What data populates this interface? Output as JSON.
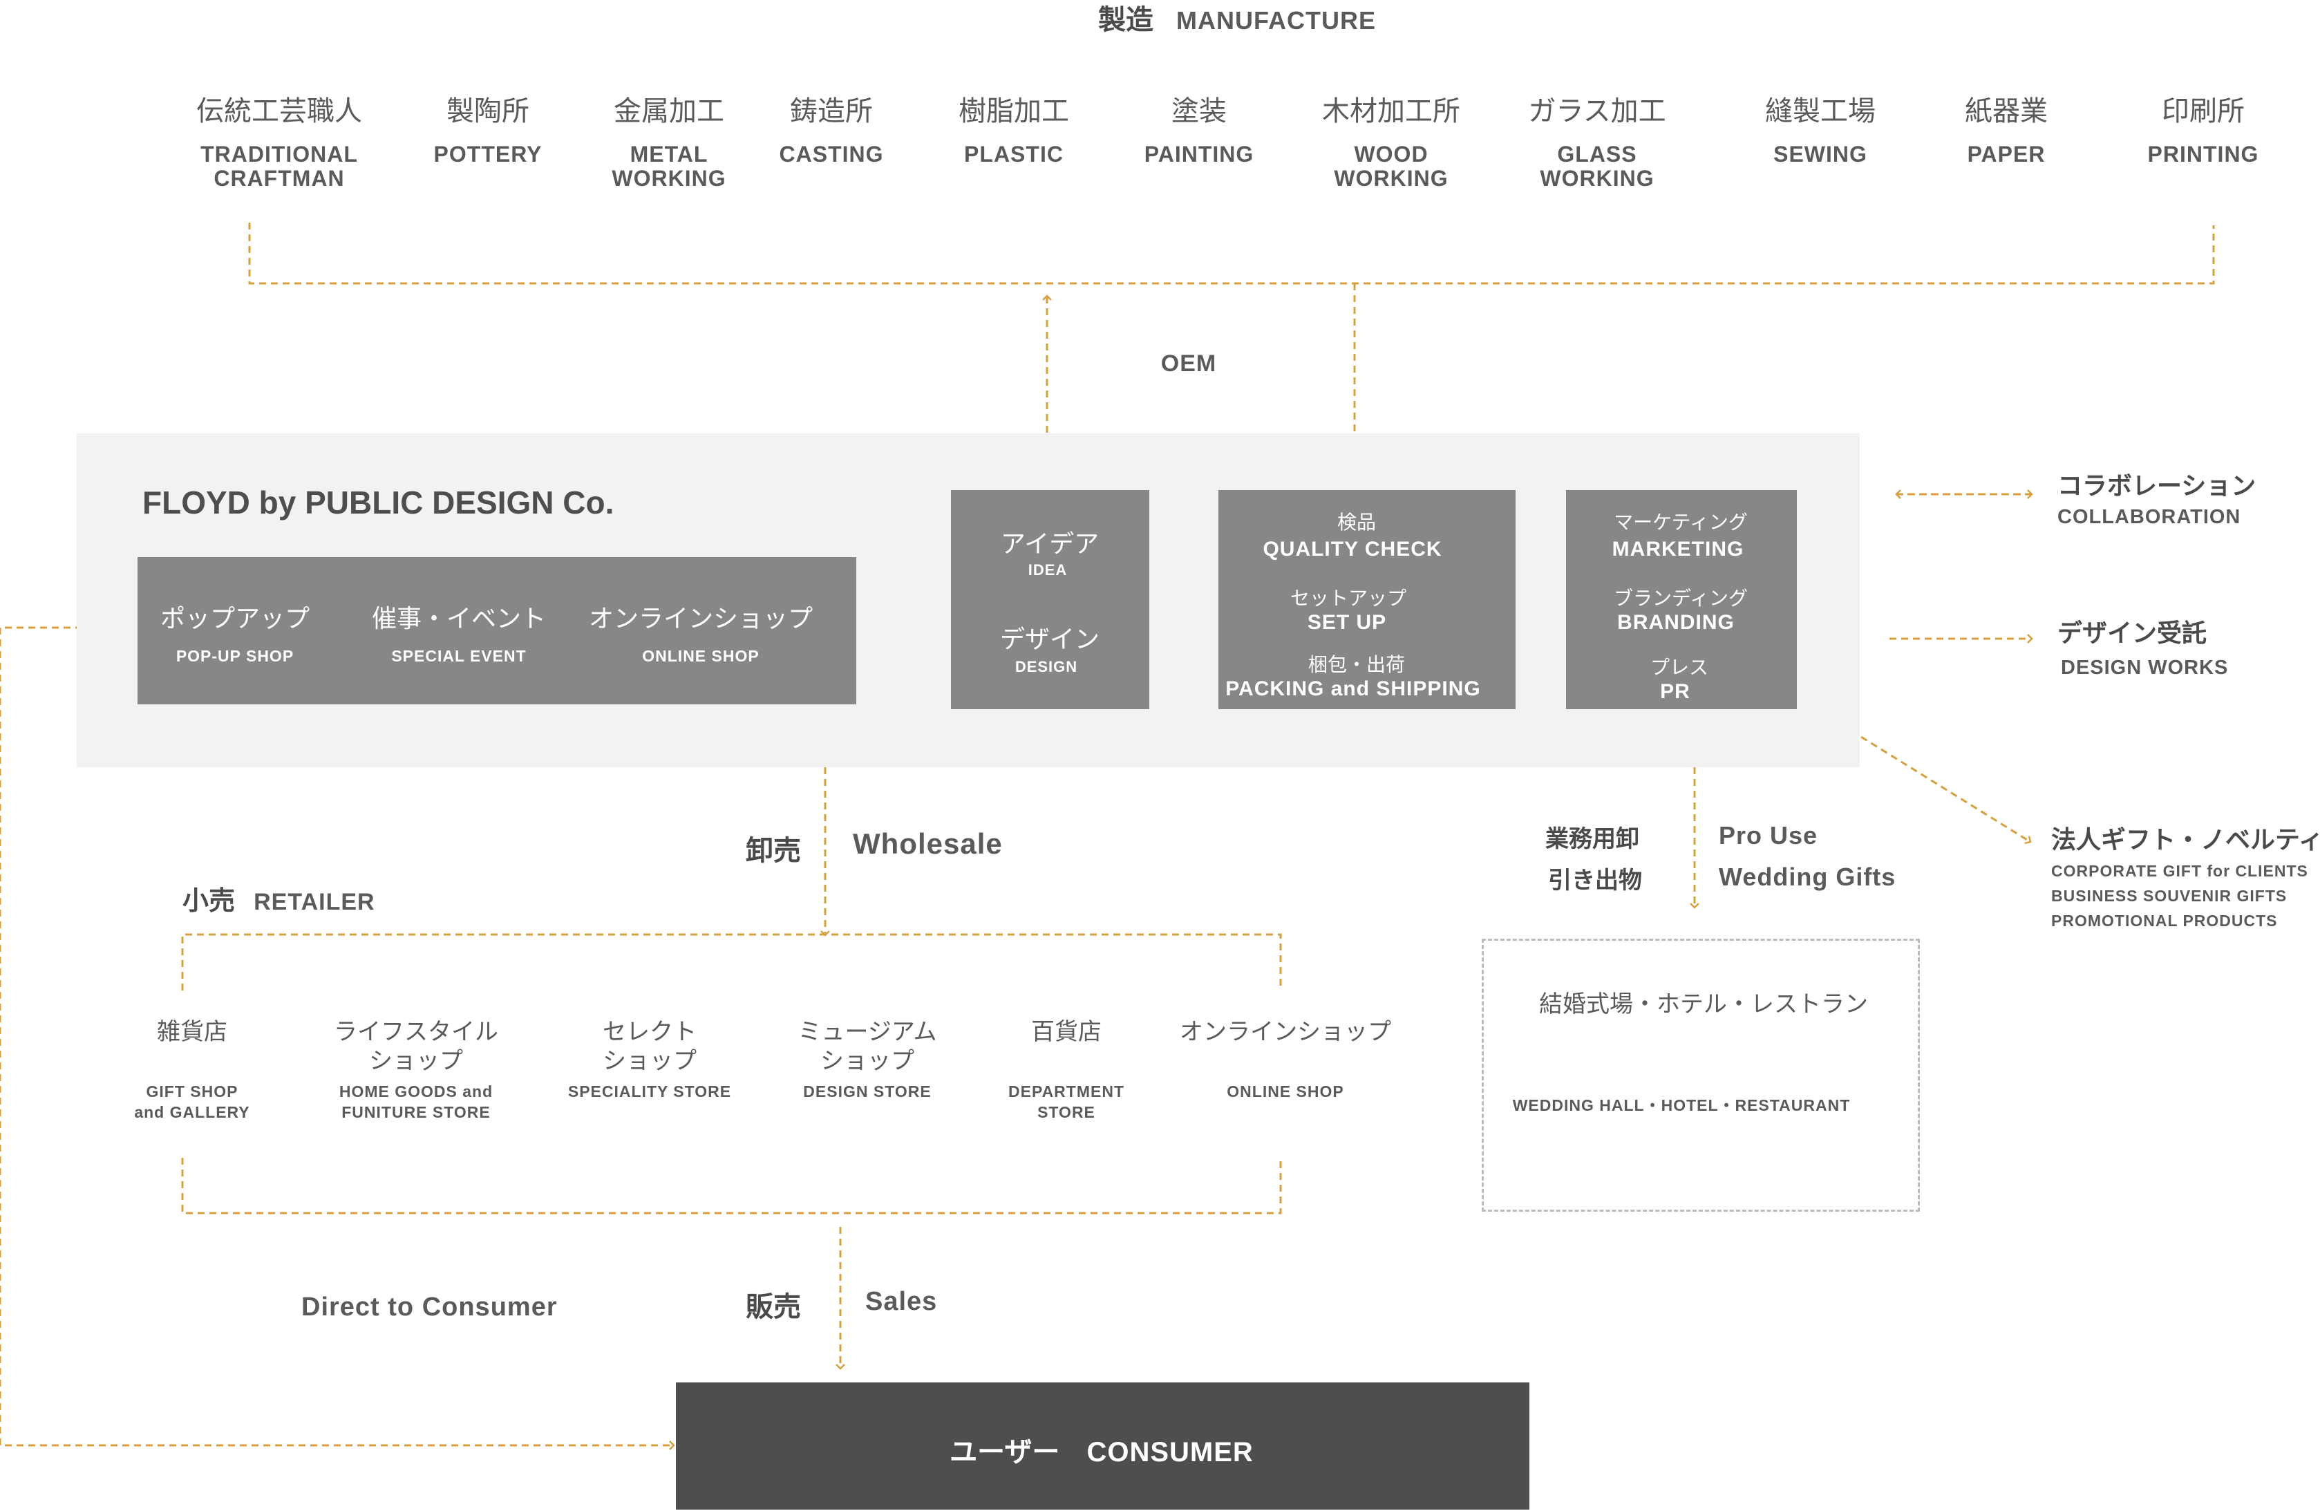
{
  "manufacture": {
    "title_jp": "製造",
    "title_en": "MANUFACTURE",
    "items": [
      {
        "jp": "伝統工芸職人",
        "en": "TRADITIONAL\nCRAFTMAN"
      },
      {
        "jp": "製陶所",
        "en": "POTTERY"
      },
      {
        "jp": "金属加工",
        "en": "METAL\nWORKING"
      },
      {
        "jp": "鋳造所",
        "en": "CASTING"
      },
      {
        "jp": "樹脂加工",
        "en": "PLASTIC"
      },
      {
        "jp": "塗装",
        "en": "PAINTING"
      },
      {
        "jp": "木材加工所",
        "en": "WOOD\nWORKING"
      },
      {
        "jp": "ガラス加工",
        "en": "GLASS\nWORKING"
      },
      {
        "jp": "縫製工場",
        "en": "SEWING"
      },
      {
        "jp": "紙器業",
        "en": "PAPER"
      },
      {
        "jp": "印刷所",
        "en": "PRINTING"
      }
    ]
  },
  "oem_label": "OEM",
  "floyd": {
    "title": "FLOYD by PUBLIC DESIGN Co.",
    "shops": [
      {
        "jp": "ポップアップ",
        "en": "POP-UP SHOP"
      },
      {
        "jp": "催事・イベント",
        "en": "SPECIAL EVENT"
      },
      {
        "jp": "オンラインショップ",
        "en": "ONLINE SHOP"
      }
    ],
    "idea_jp": "アイデア",
    "idea_en": "IDEA",
    "design_jp": "デザイン",
    "design_en": "DESIGN",
    "qc_jp": "検品",
    "qc_en": "QUALITY CHECK",
    "setup_jp": "セットアップ",
    "setup_en": "SET UP",
    "pack_jp": "梱包・出荷",
    "pack_en": "PACKING and SHIPPING",
    "mkt_jp": "マーケティング",
    "mkt_en": "MARKETING",
    "brand_jp": "ブランディング",
    "brand_en": "BRANDING",
    "pr_jp": "プレス",
    "pr_en": "PR"
  },
  "right": {
    "collab_jp": "コラボレーション",
    "collab_en": "COLLABORATION",
    "design_jp": "デザイン受託",
    "design_en": "DESIGN WORKS",
    "gift_jp": "法人ギフト・ノベルティ",
    "gift_en_1": "CORPORATE GIFT for CLIENTS",
    "gift_en_2": "BUSINESS SOUVENIR GIFTS",
    "gift_en_3": "PROMOTIONAL PRODUCTS"
  },
  "wholesale": {
    "jp": "卸売",
    "en": "Wholesale"
  },
  "pro": {
    "jp_1": "業務用卸",
    "jp_2": "引き出物",
    "en_1": "Pro Use",
    "en_2": "Wedding Gifts"
  },
  "venue": {
    "jp": "結婚式場・ホテル・レストラン",
    "en": "WEDDING HALL・HOTEL・RESTAURANT"
  },
  "retailer": {
    "title_jp": "小売",
    "title_en": "RETAILER",
    "items": [
      {
        "jp": "雑貨店",
        "en": "GIFT SHOP\nand GALLERY"
      },
      {
        "jp": "ライフスタイル\nショップ",
        "en": "HOME GOODS and\nFUNITURE STORE"
      },
      {
        "jp": "セレクト\nショップ",
        "en": "SPECIALITY STORE"
      },
      {
        "jp": "ミュージアム\nショップ",
        "en": "DESIGN STORE"
      },
      {
        "jp": "百貨店",
        "en": "DEPARTMENT\nSTORE"
      },
      {
        "jp": "オンラインショップ",
        "en": "ONLINE SHOP"
      }
    ]
  },
  "dtc": "Direct to Consumer",
  "sales": {
    "jp": "販売",
    "en": "Sales"
  },
  "consumer": {
    "jp": "ユーザー",
    "en": "CONSUMER"
  },
  "colors": {
    "line": "#d4a040",
    "panel": "#f2f2f2",
    "box": "#878787",
    "consumer": "#4e4e4e",
    "venue_border": "#bbbbbb"
  }
}
